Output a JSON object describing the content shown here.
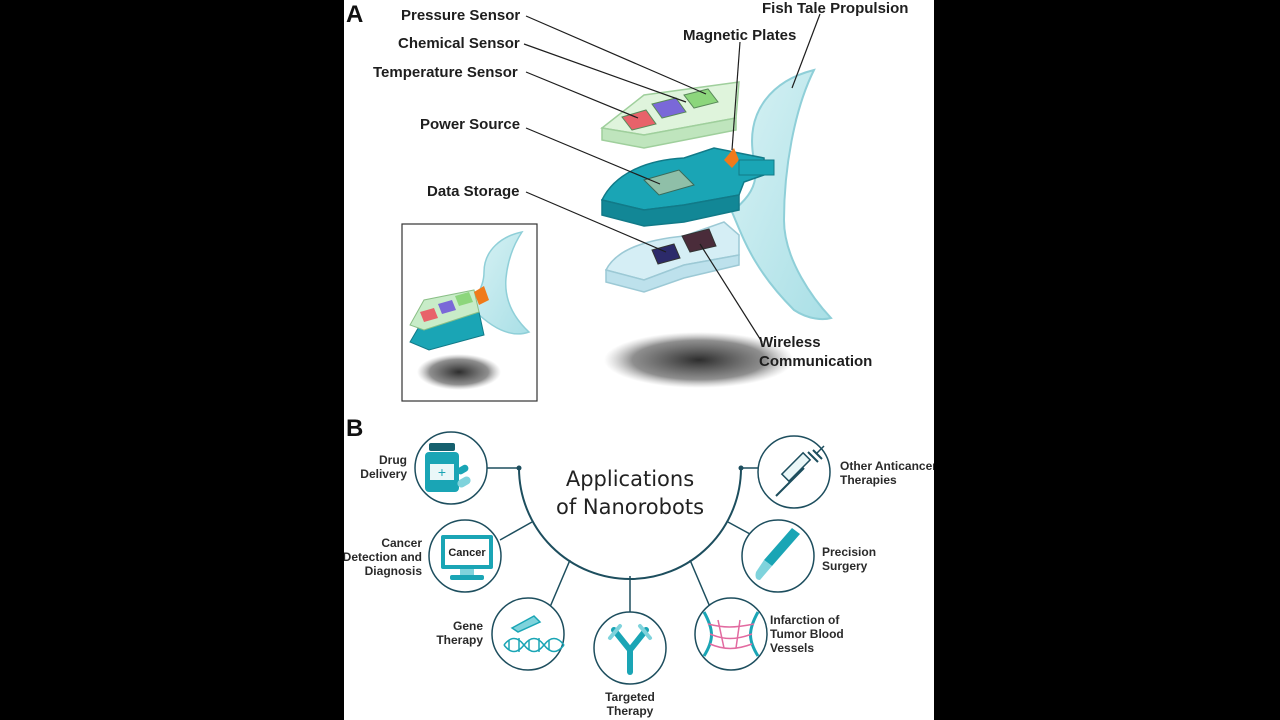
{
  "panels": {
    "a": "A",
    "b": "B"
  },
  "panel_a": {
    "labels": {
      "pressure_sensor": "Pressure Sensor",
      "chemical_sensor": "Chemical Sensor",
      "temperature_sensor": "Temperature Sensor",
      "power_source": "Power Source",
      "data_storage": "Data Storage",
      "fish_tale": "Fish Tale Propulsion",
      "magnetic_plates": "Magnetic Plates",
      "wireless_1": "Wireless",
      "wireless_2": "Communication"
    }
  },
  "panel_b": {
    "title_line1": "Applications",
    "title_line2": "of Nanorobots",
    "applications": {
      "drug_delivery": [
        "Drug",
        "Delivery"
      ],
      "cancer_detection": [
        "Cancer",
        "Detection and",
        "Diagnosis"
      ],
      "gene_therapy": [
        "Gene",
        "Therapy"
      ],
      "targeted_therapy": [
        "Targeted",
        "Therapy"
      ],
      "infarction": [
        "Infarction of",
        "Tumor Blood",
        "Vessels"
      ],
      "precision_surgery": [
        "Precision",
        "Surgery"
      ],
      "other_anticancer": [
        "Other Anticancer",
        "Therapies"
      ]
    },
    "monitor_text": "Cancer"
  },
  "colors": {
    "teal": "#1aa5b5",
    "dark_teal": "#15606e",
    "light_green": "#c8ecc8",
    "light_blue": "#cfecf4",
    "red_sensor": "#e8626a",
    "purple_sensor": "#7a68d8",
    "green_sensor": "#8cd67c",
    "orange_plate": "#f07a1a",
    "line": "#1d4e5e"
  }
}
